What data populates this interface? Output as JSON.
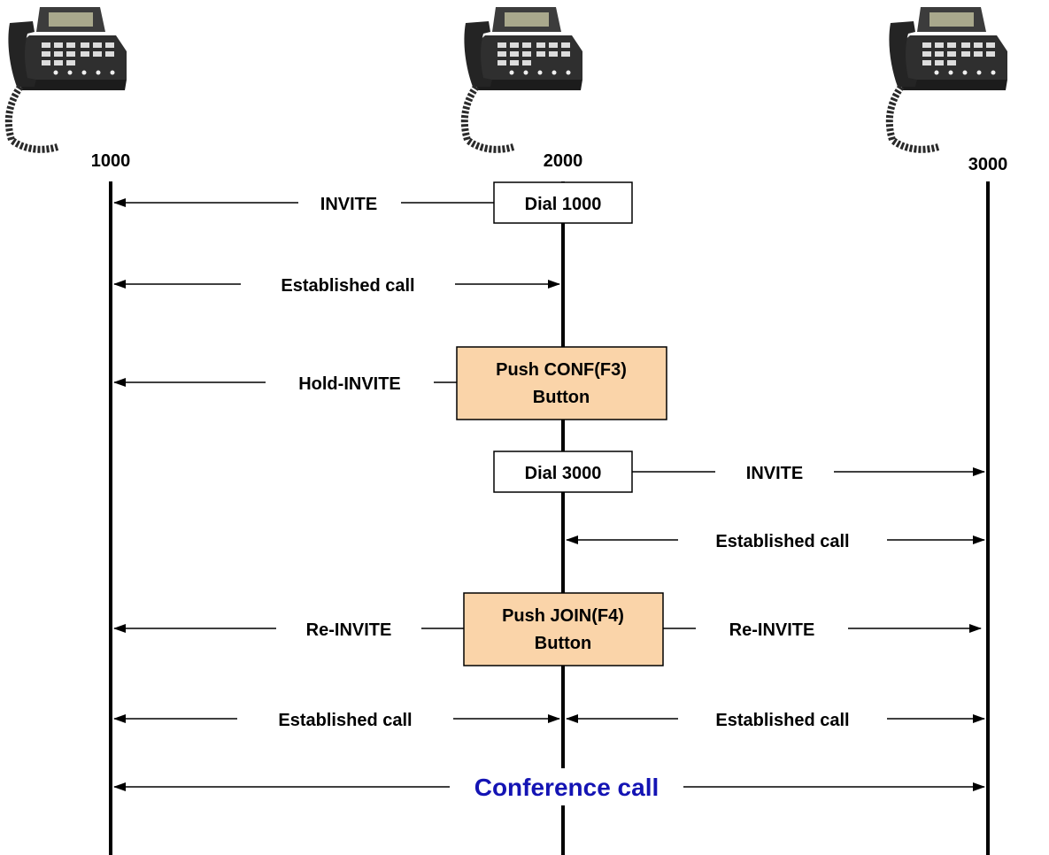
{
  "endpoints": [
    {
      "id": "phone-1000",
      "number": "1000"
    },
    {
      "id": "phone-2000",
      "number": "2000"
    },
    {
      "id": "phone-3000",
      "number": "3000"
    }
  ],
  "boxes": {
    "dial_1000": "Dial 1000",
    "push_conf_line1": "Push CONF(F3)",
    "push_conf_line2": "Button",
    "dial_3000": "Dial 3000",
    "push_join_line1": "Push JOIN(F4)",
    "push_join_line2": "Button"
  },
  "messages": {
    "invite_to_1000": "INVITE",
    "established_1000_2000": "Established call",
    "hold_invite": "Hold-INVITE",
    "invite_to_3000": "INVITE",
    "established_2000_3000": "Established call",
    "reinvite_to_1000": "Re-INVITE",
    "reinvite_to_3000": "Re-INVITE",
    "established_final_left": "Established call",
    "established_final_right": "Established call",
    "conference_call": "Conference call"
  },
  "colors": {
    "line": "#000000",
    "action_box_fill": "#fad4a9",
    "plain_box_fill": "#ffffff",
    "conference_text": "#1414b4",
    "phone_body": "#3a3a3a",
    "phone_screen": "#a9a88c"
  },
  "icons": {
    "phone": "desk-phone-icon"
  }
}
